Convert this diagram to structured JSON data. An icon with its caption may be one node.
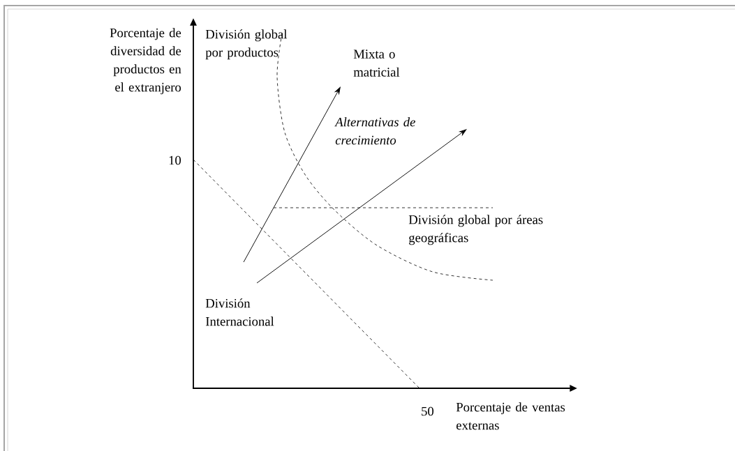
{
  "diagram": {
    "labels": [
      "Porcentaje de diversidad de productos en el extranjero",
      "División global por productos",
      "Mixta o matricial",
      "Alternativas de crecimiento",
      "10",
      "División global por áreas geográficas",
      "División Internacional",
      "50",
      "Porcentaje de ventas externas"
    ]
  }
}
